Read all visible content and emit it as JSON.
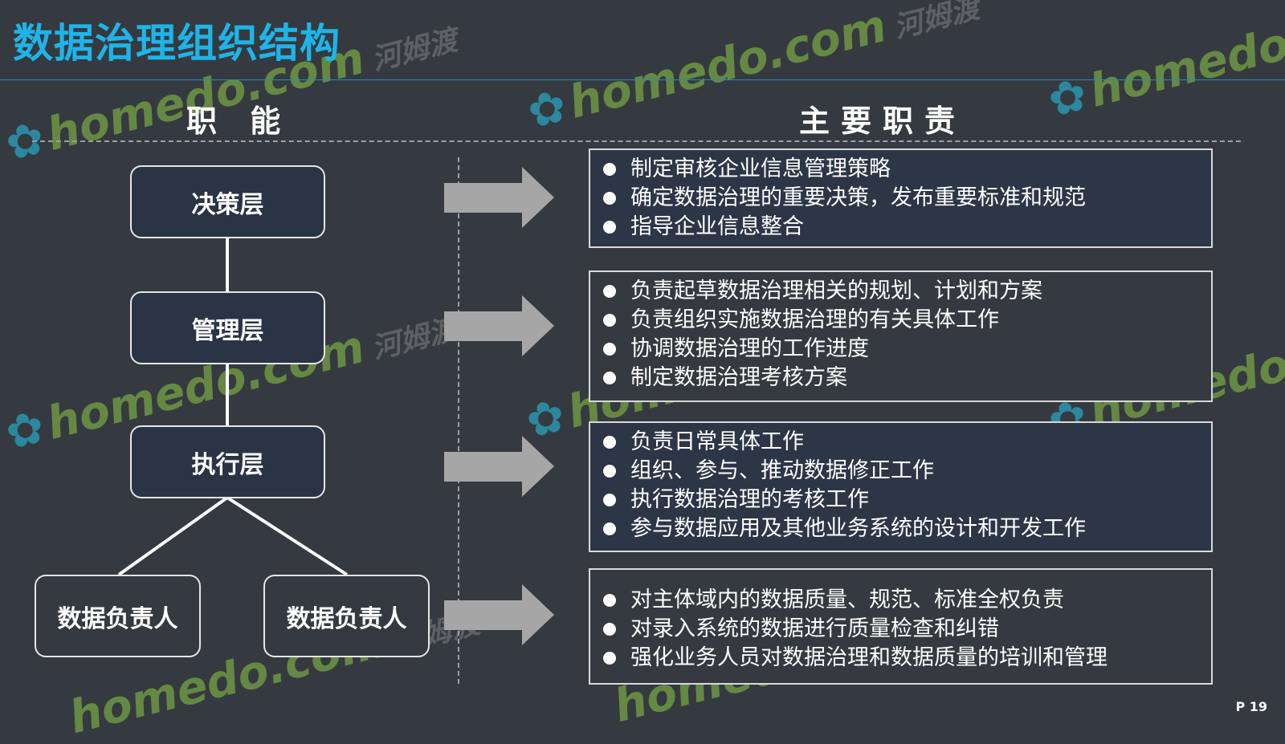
{
  "title": "数据治理组织结构",
  "headers": {
    "left": "职 能",
    "right": "主要职责"
  },
  "nodes": {
    "decision": "决策层",
    "management": "管理层",
    "execution": "执行层",
    "owner_left": "数据负责人",
    "owner_right": "数据负责人"
  },
  "duties": [
    {
      "items": [
        "制定审核企业信息管理策略",
        "确定数据治理的重要决策，发布重要标准和规范",
        "指导企业信息整合"
      ]
    },
    {
      "items": [
        "负责起草数据治理相关的规划、计划和方案",
        "负责组织实施数据治理的有关具体工作",
        "协调数据治理的工作进度",
        "制定数据治理考核方案"
      ]
    },
    {
      "items": [
        "负责日常具体工作",
        "组织、参与、推动数据修正工作",
        "执行数据治理的考核工作",
        "参与数据应用及其他业务系统的设计和开发工作"
      ]
    },
    {
      "items": [
        "对主体域内的数据质量、规范、标准全权负责",
        "对录入系统的数据进行质量检查和纠错",
        "强化业务人员对数据治理和数据质量的培训和管理"
      ]
    }
  ],
  "watermark": {
    "text": "homedo.com",
    "cjk": "河姆渡",
    "icon": "flower-icon"
  },
  "page_number": "P 19",
  "colors": {
    "title": "#1fb4e8",
    "background": "#353a40",
    "node_fill": "#2a3445",
    "arrow": "#a6a6a6"
  }
}
